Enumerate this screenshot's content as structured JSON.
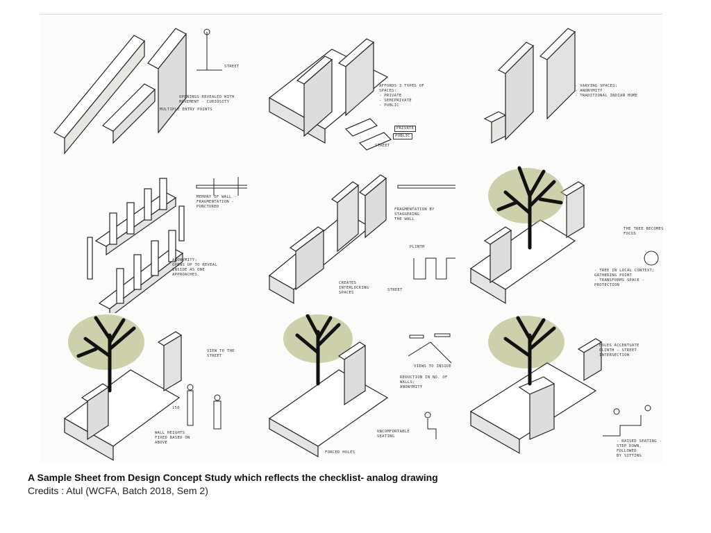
{
  "sheet": {
    "cells": [
      {
        "notes": [
          "STREET",
          "OPENINGS REVEALED WITH\nMOVEMENT - CURIOSITY",
          "MULTIPLE ENTRY POINTS"
        ]
      },
      {
        "notes": [
          "AFFORDS 3 TYPES OF\nSPACES:\n- PRIVATE\n- SEMIPRIVATE\n- PUBLIC",
          "PRIVATE",
          "PUBLIC",
          "STREET"
        ]
      },
      {
        "notes": [
          "- VARYING SPACES;\n- ANONYMITY\n- TRADITIONAL INDIAN HOME"
        ]
      },
      {
        "notes": [
          "MEMORY OF WALL -\nFRAGMENTATION -\nPUNCTURED",
          "ANONYMITY;\nOPENS UP TO REVEAL\nINSIDE AS ONE\nAPPROACHES."
        ]
      },
      {
        "notes": [
          "FRAGMENTATION BY STAGGERING\nTHE WALL",
          "PLINTH",
          "CREATES\nINTERLOCKING\nSPACES",
          "STREET"
        ]
      },
      {
        "notes": [
          "THE TREE BECOMES FOCUS",
          "- TREE IN LOCAL CONTEXT;\n  GATHERING POINT\n- TRANSFORMS SPACE - PROTECTION"
        ]
      },
      {
        "notes": [
          "VIEW TO THE\nSTREET",
          "150",
          "WALL HEIGHTS\nFIXED BASED ON\nABOVE"
        ]
      },
      {
        "notes": [
          "VIEWS TO INSIDE",
          "REDUCTION IN NO. OF WALLS;\nANONYMITY",
          "UNCOMFORTABLE\nSEATING",
          "FORCED HOLES"
        ]
      },
      {
        "notes": [
          "HOLES ACCENTUATE\nPLINTH - STREET\nINTERSECTION",
          "- RAISED SEATING -\n  STEP DOWN, FOLLOWED\n  BY SITTING"
        ]
      }
    ]
  },
  "caption": "A Sample Sheet from Design Concept Study which reflects the checklist- analog drawing",
  "credits": "Credits : Atul (WCFA, Batch 2018, Sem 2)",
  "colors": {
    "ink": "#1a1a1a",
    "tree_wash": "#a9ad6a",
    "paper": "#fbfbfa"
  }
}
